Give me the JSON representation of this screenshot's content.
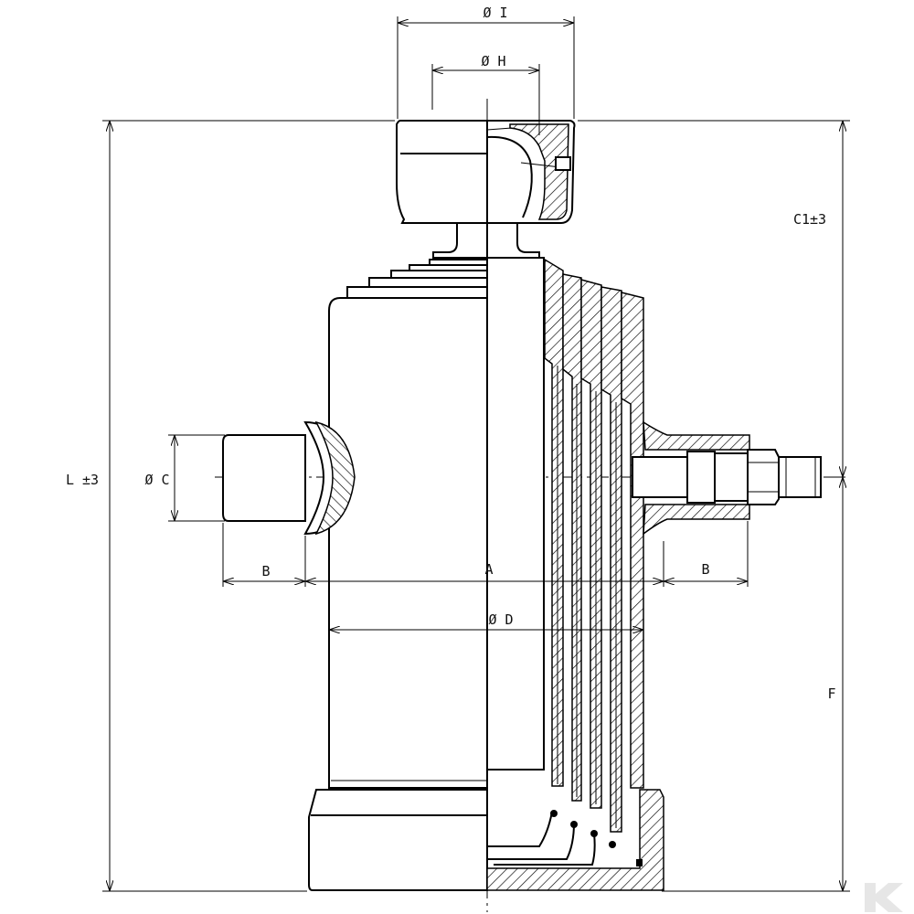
{
  "dimensions": {
    "diameter_i": "Ø I",
    "diameter_h": "Ø H",
    "c1": "C1±3",
    "length_l": "L ±3",
    "diameter_c": "Ø C",
    "b_left": "B",
    "a": "A",
    "b_right": "B",
    "diameter_d": "Ø D",
    "f": "F"
  },
  "logo": {
    "icon": "brand-logo-icon",
    "text": "K"
  },
  "colors": {
    "line": "#000000",
    "background": "#ffffff",
    "watermark": "#e6e6e6"
  }
}
